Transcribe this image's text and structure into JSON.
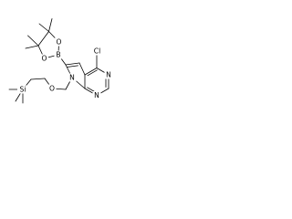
{
  "molecule": {
    "atom_labels": {
      "boron": "B",
      "boronate_oxygen_upper": "O",
      "boronate_oxygen_lower": "O",
      "chlorine": "Cl",
      "pyrrole_nitrogen": "N",
      "pyrimidine_nitrogen_upper": "N",
      "pyrimidine_nitrogen_lower": "N",
      "ether_oxygen": "O",
      "silicon": "Si"
    },
    "colors": {
      "bond": "#000000",
      "label": "#000000",
      "background": "#ffffff"
    }
  }
}
